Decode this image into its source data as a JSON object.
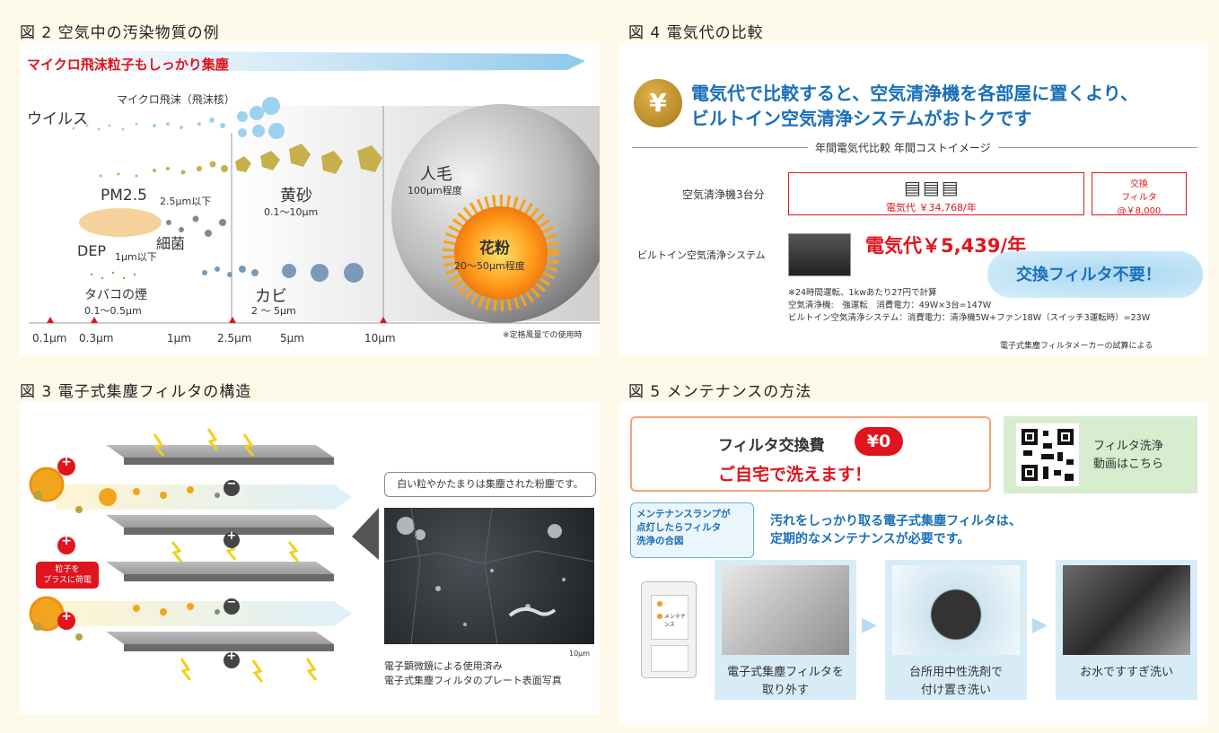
{
  "fig2": {
    "title": "図 2  空気中の汚染物質の例",
    "banner": "マイクロ飛沫粒子もしっかり集塵",
    "virus": "ウイルス",
    "micro": "マイクロ飛沫（飛沫核）",
    "pm25": "PM2.5",
    "pm25_size": "2.5μm以下",
    "dep": "DEP",
    "dep_size": "1μm以下",
    "bacteria": "細菌",
    "tobacco": "タバコの煙",
    "tobacco_size": "0.1～0.5μm",
    "sand": "黄砂",
    "sand_size": "0.1～10μm",
    "mold": "カビ",
    "mold_size": "2 ～ 5μm",
    "hair": "人毛",
    "hair_size": "100μm程度",
    "pollen": "花粉",
    "pollen_size": "20～50μm程度",
    "axis": [
      "0.1μm",
      "0.3μm",
      "1μm",
      "2.5μm",
      "5μm",
      "10μm"
    ],
    "note": "※定格風量での使用時"
  },
  "fig3": {
    "title": "図 3  電子式集塵フィルタの構造",
    "charge_label": "粒子を\nプラスに荷電",
    "callout": "白い粒やかたまりは集塵された粉塵です。",
    "scale": "10μm",
    "caption1": "電子顕微鏡による使用済み",
    "caption2": "電子式集塵フィルタのプレート表面写真",
    "plus": "+",
    "minus": "−"
  },
  "fig4": {
    "title": "図 4  電気代の比較",
    "yen": "¥",
    "headline1": "電気代で比較すると、空気清浄機を各部屋に置くより、",
    "headline2": "ビルトイン空気清浄システムがおトクです",
    "subtitle": "年間電気代比較   年間コストイメージ",
    "row1_label": "空気清浄機3台分",
    "row1_cost": "電気代 ￥34,768/年",
    "filter_title1": "交換",
    "filter_title2": "フィルタ",
    "filter_cost": "@￥8,000",
    "row2_label": "ビルトイン空気清浄システム",
    "row2_cost": "電気代￥5,439/年",
    "no_filter": "交換フィルタ不要！",
    "note1": "※24時間運転、1kwあたり27円で計算",
    "note2": "空気清浄機:　強運転　消費電力：49W×3台=147W",
    "note3": "ビルトイン空気清浄システム：消費電力：清浄機5W+ファン18W（スイッチ3運転時）=23W",
    "source": "電子式集塵フィルタメーカーの試算による"
  },
  "fig5": {
    "title": "図 5  メンテナンスの方法",
    "cost_label": "フィルタ交換費",
    "cost_value": "¥0",
    "washable": "ご自宅で洗えます！",
    "video1": "フィルタ洗浄",
    "video2": "動画はこちら",
    "lamp1": "メンテナンスランプが",
    "lamp2": "点灯したらフィルタ",
    "lamp3": "洗浄の合図",
    "msg1": "汚れをしっかり取る電子式集塵フィルタは、",
    "msg2": "定期的なメンテナンスが必要です。",
    "step1a": "電子式集塵フィルタを",
    "step1b": "取り外す",
    "step2a": "台所用中性洗剤で",
    "step2b": "付け置き洗い",
    "step3": "お水ですすぎ洗い",
    "switch_label": "メンテナンス"
  }
}
